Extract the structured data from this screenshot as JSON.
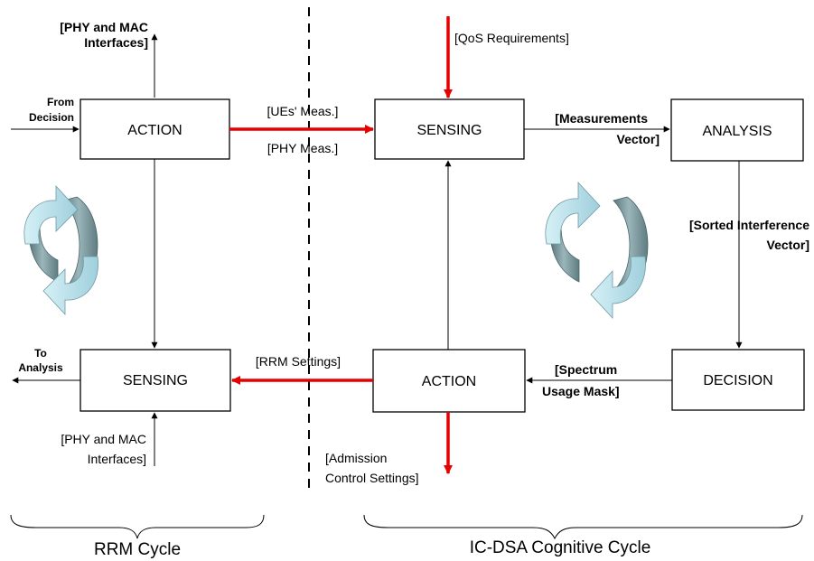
{
  "diagram": {
    "boxes": {
      "rrm_action": "ACTION",
      "ic_sensing": "SENSING",
      "analysis": "ANALYSIS",
      "decision": "DECISION",
      "ic_action": "ACTION",
      "rrm_sensing": "SENSING"
    },
    "labels": {
      "phy_mac_top_l1": "[PHY and MAC",
      "phy_mac_top_l2": "Interfaces]",
      "from_decision_l1": "From",
      "from_decision_l2": "Decision",
      "ues_meas": "[UEs' Meas.]",
      "phy_meas": "[PHY Meas.]",
      "qos": "[QoS Requirements]",
      "meas_vector_l1": "[Measurements",
      "meas_vector_l2": "Vector]",
      "sorted_l1": "[Sorted Interference",
      "sorted_l2": "Vector]",
      "spectrum_l1": "[Spectrum",
      "spectrum_l2": "Usage Mask]",
      "rrm_settings": "[RRM Settings]",
      "admission_l1": "[Admission",
      "admission_l2": "Control Settings]",
      "to_analysis_l1": "To",
      "to_analysis_l2": "Analysis",
      "phy_mac_bot_l1": "[PHY and MAC",
      "phy_mac_bot_l2": "Interfaces]"
    },
    "captions": {
      "rrm_cycle": "RRM Cycle",
      "ic_dsa_cycle": "IC-DSA Cognitive Cycle"
    },
    "colors": {
      "red_flow": "#e60000",
      "cycle_fill": "#b9e2ec",
      "cycle_dark": "#6e8e94",
      "line": "#000000"
    }
  }
}
